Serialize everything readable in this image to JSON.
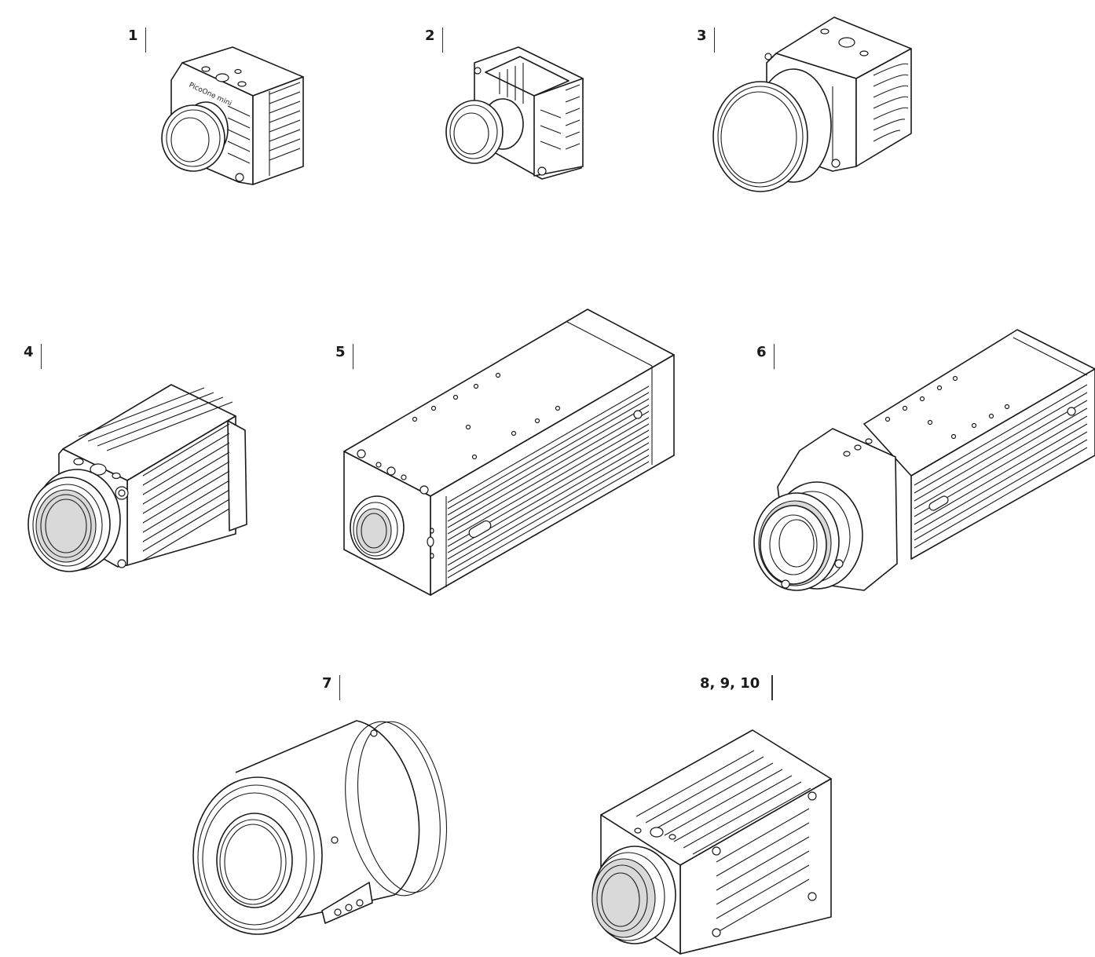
{
  "labels": {
    "l1": "1",
    "l2": "2",
    "l3": "3",
    "l4": "4",
    "l5": "5",
    "l6": "6",
    "l7": "7",
    "l8": "8, 9, 10"
  },
  "engraving": {
    "model": "PicoOne mini"
  }
}
